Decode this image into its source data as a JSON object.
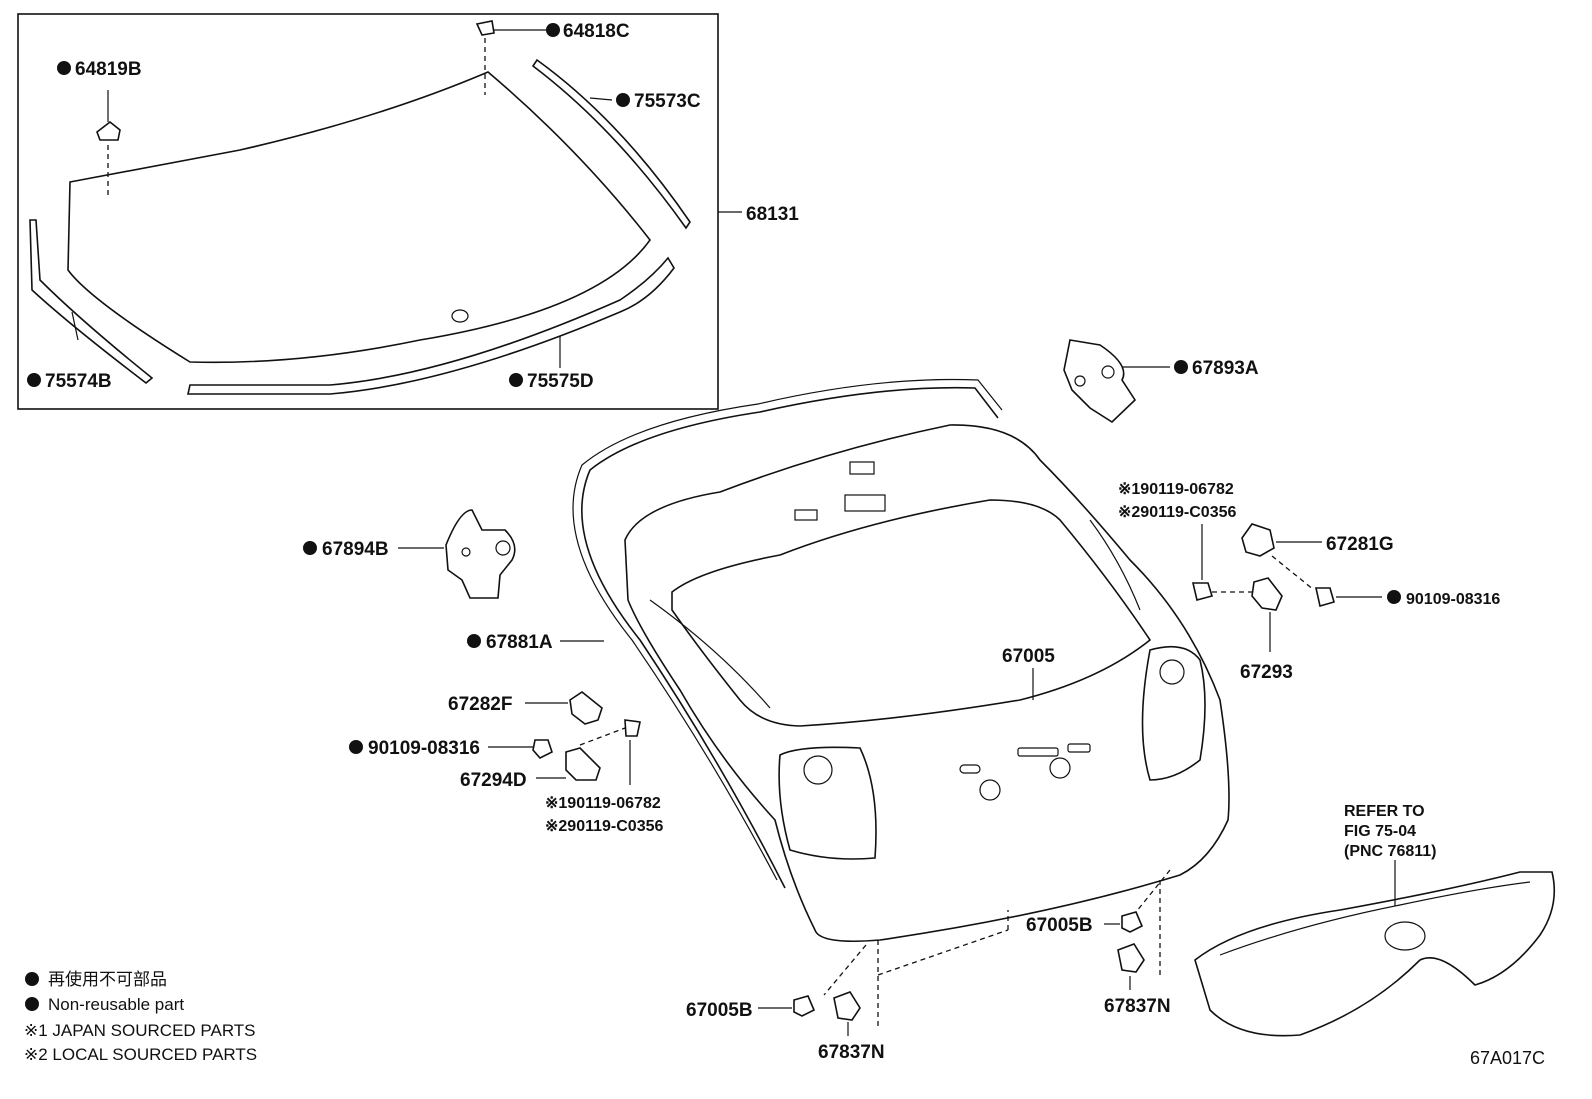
{
  "title": "",
  "figure_code": "67A017C",
  "legend": {
    "jp_note": "再使用不可部品",
    "non_reusable": "Non-reusable part",
    "note1": "※1 JAPAN SOURCED PARTS",
    "note2": "※2 LOCAL SOURCED PARTS"
  },
  "refer": {
    "line1": "REFER TO",
    "line2": "FIG 75-04",
    "line3": "(PNC 76811)"
  },
  "labels": {
    "p64818C": "64818C",
    "p64819B": "64819B",
    "p75573C": "75573C",
    "p68131": "68131",
    "p75574B": "75574B",
    "p75575D": "75575D",
    "p67893A": "67893A",
    "p67894B": "67894B",
    "p67881A": "67881A",
    "p67005": "67005",
    "p67282F": "67282F",
    "p90109_L": "90109-08316",
    "p67294D": "67294D",
    "p90119_L1": "※190119-06782",
    "p90119_L2": "※290119-C0356",
    "p90119_R1": "※190119-06782",
    "p90119_R2": "※290119-C0356",
    "p67281G": "67281G",
    "p90109_R": "90109-08316",
    "p67293": "67293",
    "p67005B_R": "67005B",
    "p67005B_L": "67005B",
    "p67837N_L": "67837N",
    "p67837N_R": "67837N"
  },
  "non_reusable_marker": "filled-circle"
}
